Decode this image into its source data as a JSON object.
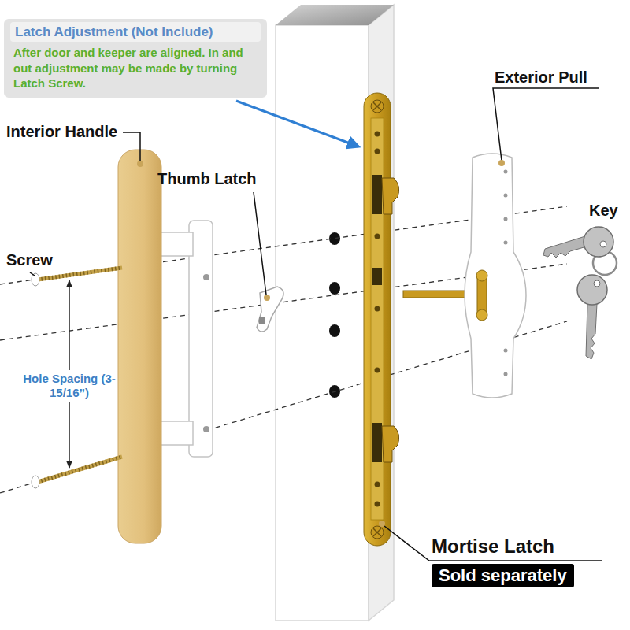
{
  "diagram": {
    "nodes": [
      {
        "text": [
          "Latch Adjustment (Not Include)",
          "After door and keeper are aligned. In and out adjustment may be made by turning Latch Screw."
        ]
      },
      {
        "text": [
          "Mortise Latch",
          "Sold separately"
        ]
      }
    ],
    "labels": [
      "Exterior Pull",
      "Interior Handle",
      "Thumb Latch",
      "Key",
      "Screw",
      "Hole Spacing (3-15/16”)"
    ]
  }
}
